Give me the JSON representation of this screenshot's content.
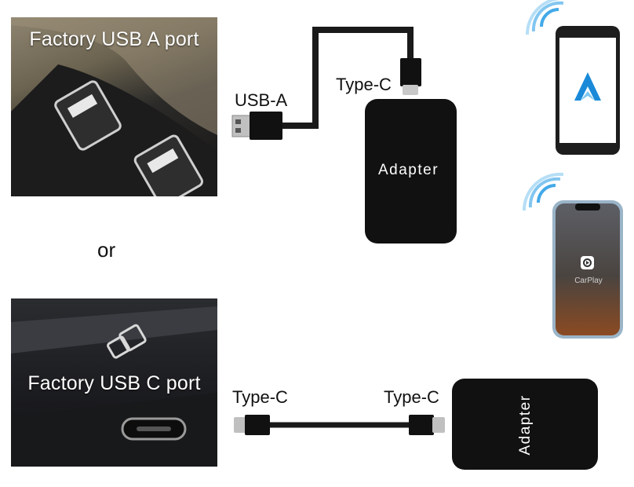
{
  "photos": {
    "usb_a_title": "Factory USB A port",
    "usb_c_title": "Factory USB C port"
  },
  "or_label": "or",
  "top_setup": {
    "left_connector": "USB-A",
    "right_connector": "Type-C",
    "adapter_label": "Adapter"
  },
  "bottom_setup": {
    "left_connector": "Type-C",
    "right_connector": "Type-C",
    "adapter_label": "Adapter"
  },
  "phones": {
    "android_icon": "android-auto-icon",
    "iphone_app_label": "CarPlay"
  },
  "colors": {
    "adapter": "#111111",
    "cable": "#1a1a1a",
    "wifi": "#2fa0e6",
    "android_auto": "#1a8ad8"
  }
}
